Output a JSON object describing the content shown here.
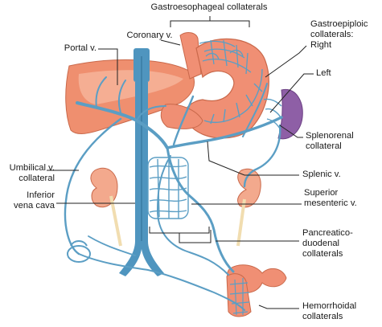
{
  "labels": {
    "gastroesophageal": "Gastroesophageal collaterals",
    "coronary": "Coronary v.",
    "portal": "Portal v.",
    "gastroepiploic_line1": "Gastroepiploic",
    "gastroepiploic_line2": "collaterals:",
    "gastroepiploic_right": "Right",
    "gastroepiploic_left": "Left",
    "splenorenal_line1": "Splenorenal",
    "splenorenal_line2": "collateral",
    "umbilical_line1": "Umbilical v.",
    "umbilical_line2": "collateral",
    "splenic": "Splenic v.",
    "ivc_line1": "Inferior",
    "ivc_line2": "vena cava",
    "sup_mesenteric_line1": "Superior",
    "sup_mesenteric_line2": "mesenteric v.",
    "pancreatico_line1": "Pancreatico-",
    "pancreatico_line2": "duodenal",
    "pancreatico_line3": "collaterals",
    "hemorrhoidal_line1": "Hemorrhoidal",
    "hemorrhoidal_line2": "collaterals"
  },
  "colors": {
    "vein": "#5b9ec4",
    "vein_dark": "#2f6f95",
    "liver": "#ef8f6f",
    "liver_light": "#f6b59c",
    "stomach": "#f08f74",
    "spleen": "#8e5fa6",
    "kidney": "#f3a98d",
    "ureter": "#f1ddb0",
    "ivc": "#4f95bf",
    "leader": "#222222"
  }
}
